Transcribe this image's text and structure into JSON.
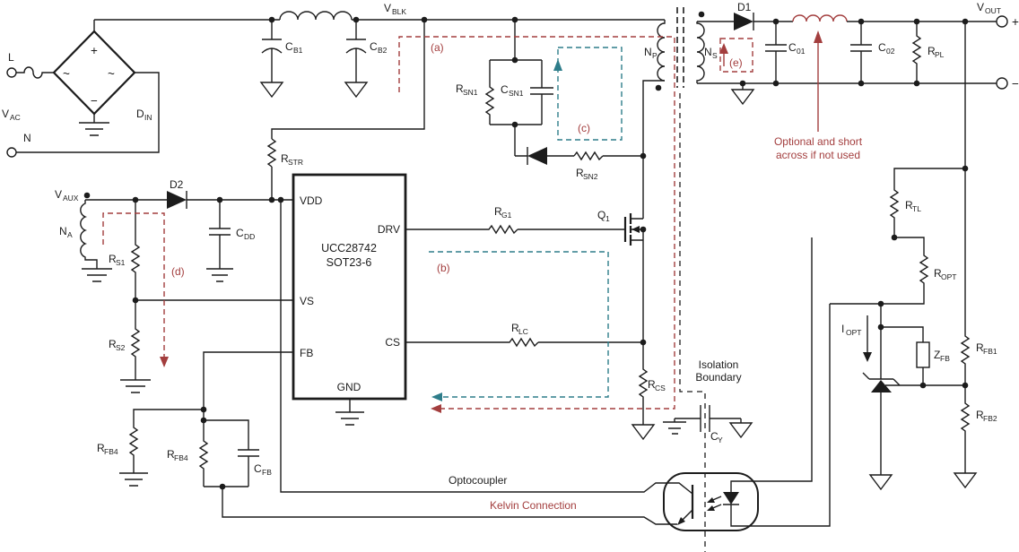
{
  "colors": {
    "wire": "#1c1c1c",
    "annotation_red": "#A33E3E",
    "annotation_teal": "#2E7D8A"
  },
  "signs": {
    "plus": "+",
    "minus": "−",
    "tilde": "~"
  },
  "nets": {
    "l": "L",
    "n": "N",
    "vac": {
      "m": "V",
      "s": "AC"
    },
    "vblk": {
      "m": "V",
      "s": "BLK"
    },
    "vaux": {
      "m": "V",
      "s": "AUX"
    },
    "vout": {
      "m": "V",
      "s": "OUT"
    }
  },
  "components": {
    "din": {
      "m": "D",
      "s": "IN"
    },
    "cb1": {
      "m": "C",
      "s": "B1"
    },
    "cb2": {
      "m": "C",
      "s": "B2"
    },
    "rstr": {
      "m": "R",
      "s": "STR"
    },
    "rsn1": {
      "m": "R",
      "s": "SN1"
    },
    "csn1": {
      "m": "C",
      "s": "SN1"
    },
    "rsn2": {
      "m": "R",
      "s": "SN2"
    },
    "np": {
      "m": "N",
      "s": "P"
    },
    "ns": {
      "m": "N",
      "s": "S"
    },
    "na": {
      "m": "N",
      "s": "A"
    },
    "d1": "D1",
    "d2": "D2",
    "q1": {
      "m": "Q",
      "s": "1"
    },
    "rg1": {
      "m": "R",
      "s": "G1"
    },
    "rlc": {
      "m": "R",
      "s": "LC"
    },
    "rcs": {
      "m": "R",
      "s": "CS"
    },
    "cdd": {
      "m": "C",
      "s": "DD"
    },
    "rs1": {
      "m": "R",
      "s": "S1"
    },
    "rs2": {
      "m": "R",
      "s": "S2"
    },
    "rfb4a": {
      "m": "R",
      "s": "FB4"
    },
    "rfb4b": {
      "m": "R",
      "s": "FB4"
    },
    "cfb": {
      "m": "C",
      "s": "FB"
    },
    "c01": {
      "m": "C",
      "s": "01"
    },
    "c02": {
      "m": "C",
      "s": "02"
    },
    "rpl": {
      "m": "R",
      "s": "PL"
    },
    "rtl": {
      "m": "R",
      "s": "TL"
    },
    "ropt": {
      "m": "R",
      "s": "OPT"
    },
    "iopt": {
      "m": "I",
      "s": "OPT"
    },
    "zfb": {
      "m": "Z",
      "s": "FB"
    },
    "rfb1": {
      "m": "R",
      "s": "FB1"
    },
    "rfb2": {
      "m": "R",
      "s": "FB2"
    },
    "cy": {
      "m": "C",
      "s": "Y"
    }
  },
  "ic": {
    "part": "UCC28742",
    "package": "SOT23-6",
    "pins": {
      "vdd": "VDD",
      "drv": "DRV",
      "vs": "VS",
      "fb": "FB",
      "cs": "CS",
      "gnd": "GND"
    }
  },
  "annotations": {
    "a": "(a)",
    "b": "(b)",
    "c": "(c)",
    "d": "(d)",
    "e": "(e)",
    "optional1": "Optional and short",
    "optional2": "across if not used",
    "iso1": "Isolation",
    "iso2": "Boundary",
    "optocoupler": "Optocoupler",
    "kelvin": "Kelvin Connection"
  }
}
